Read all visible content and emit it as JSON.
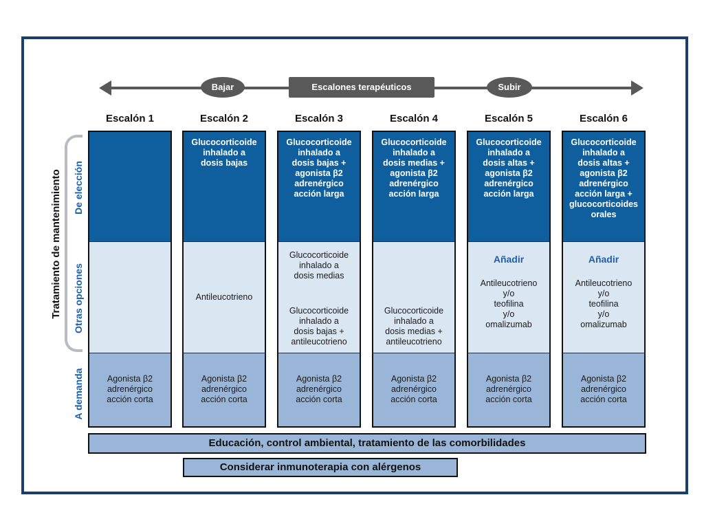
{
  "arrow": {
    "down_label": "Bajar",
    "title": "Escalones terapéuticos",
    "up_label": "Subir"
  },
  "side": {
    "main": "Tratamiento de mantenimiento",
    "choice": "De elección",
    "others": "Otras opciones",
    "demand": "A demanda"
  },
  "steps": [
    {
      "header": "Escalón 1",
      "choice": "",
      "other_add": "",
      "other_text": "",
      "other_text2": "",
      "demand": "Agonista β2\nadrenérgico\nacción corta"
    },
    {
      "header": "Escalón 2",
      "choice": "Glucocorticoide\ninhalado a\ndosis bajas",
      "other_add": "",
      "other_text": "Antileucotrieno",
      "other_text2": "",
      "demand": "Agonista β2\nadrenérgico\nacción corta"
    },
    {
      "header": "Escalón 3",
      "choice": "Glucocorticoide\ninhalado a\ndosis bajas +\nagonista β2\nadrenérgico\nacción larga",
      "other_add": "",
      "other_text": "Glucocorticoide\ninhalado a\ndosis medias",
      "other_text2": "Glucocorticoide\ninhalado a\ndosis bajas +\nantileucotrieno",
      "demand": "Agonista β2\nadrenérgico\nacción corta"
    },
    {
      "header": "Escalón 4",
      "choice": "Glucocorticoide\ninhalado a\ndosis medias +\nagonista β2\nadrenérgico\nacción larga",
      "other_add": "",
      "other_text": "",
      "other_text2": "Glucocorticoide\ninhalado a\ndosis medias +\nantileucotrieno",
      "demand": "Agonista β2\nadrenérgico\nacción corta"
    },
    {
      "header": "Escalón 5",
      "choice": "Glucocorticoide\ninhalado a\ndosis altas +\nagonista β2\nadrenérgico\nacción larga",
      "other_add": "Añadir",
      "other_text": "Antileucotrieno\ny/o\nteofilina\ny/o\nomalizumab",
      "other_text2": "",
      "demand": "Agonista β2\nadrenérgico\nacción corta"
    },
    {
      "header": "Escalón 6",
      "choice": "Glucocorticoide\ninhalado a\ndosis altas +\nagonista β2\nadrenérgico\nacción larga +\nglucocorticoides\norales",
      "other_add": "Añadir",
      "other_text": "Antileucotrieno\ny/o\nteofilina\ny/o\nomalizumab",
      "other_text2": "",
      "demand": "Agonista β2\nadrenérgico\nacción corta"
    }
  ],
  "bars": {
    "education": "Educación, control ambiental, tratamiento de las comorbilidades",
    "immunotherapy": "Considerar inmunoterapia con alérgenos"
  },
  "colors": {
    "frame": "#1a3f6e",
    "choice_bg": "#0f5f9e",
    "others_bg": "#dbe6f3",
    "demand_bg": "#99b6d8",
    "pill_bg": "#595959",
    "accent_text": "#1f5fa8"
  }
}
